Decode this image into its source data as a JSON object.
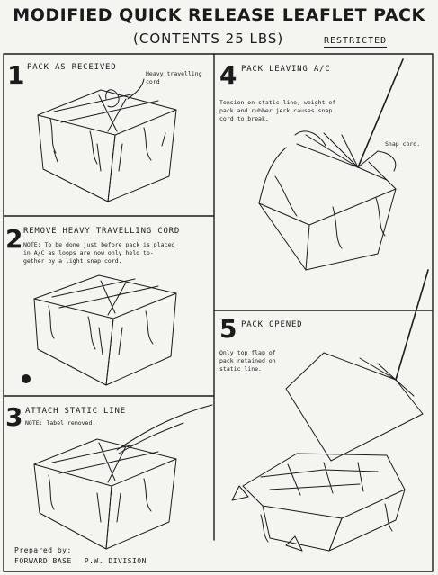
{
  "header": {
    "title": "MODIFIED QUICK RELEASE LEAFLET PACK",
    "contents": "(CONTENTS 25 LBS)",
    "classification": "RESTRICTED"
  },
  "panels": [
    {
      "number": "1",
      "heading": "PACK AS RECEIVED",
      "callout": "Heavy travelling\ncord"
    },
    {
      "number": "2",
      "heading": "REMOVE HEAVY TRAVELLING CORD",
      "note": "NOTE: To be done just before pack is placed\nin A/C as loops are now only held to-\ngether by a light snap cord."
    },
    {
      "number": "3",
      "heading": "ATTACH STATIC LINE",
      "note": "NOTE: label removed."
    },
    {
      "number": "4",
      "heading": "PACK LEAVING A/C",
      "note": "Tension on static line, weight of\npack and rubber jerk causes snap\ncord to break.",
      "callout": "Snap cord."
    },
    {
      "number": "5",
      "heading": "PACK OPENED",
      "note": "Only top flap of\npack retained on\nstatic line."
    }
  ],
  "footer": {
    "line1": "Prepared by:",
    "line2a": "FORWARD BASE",
    "line2b": "P.W. DIVISION"
  }
}
